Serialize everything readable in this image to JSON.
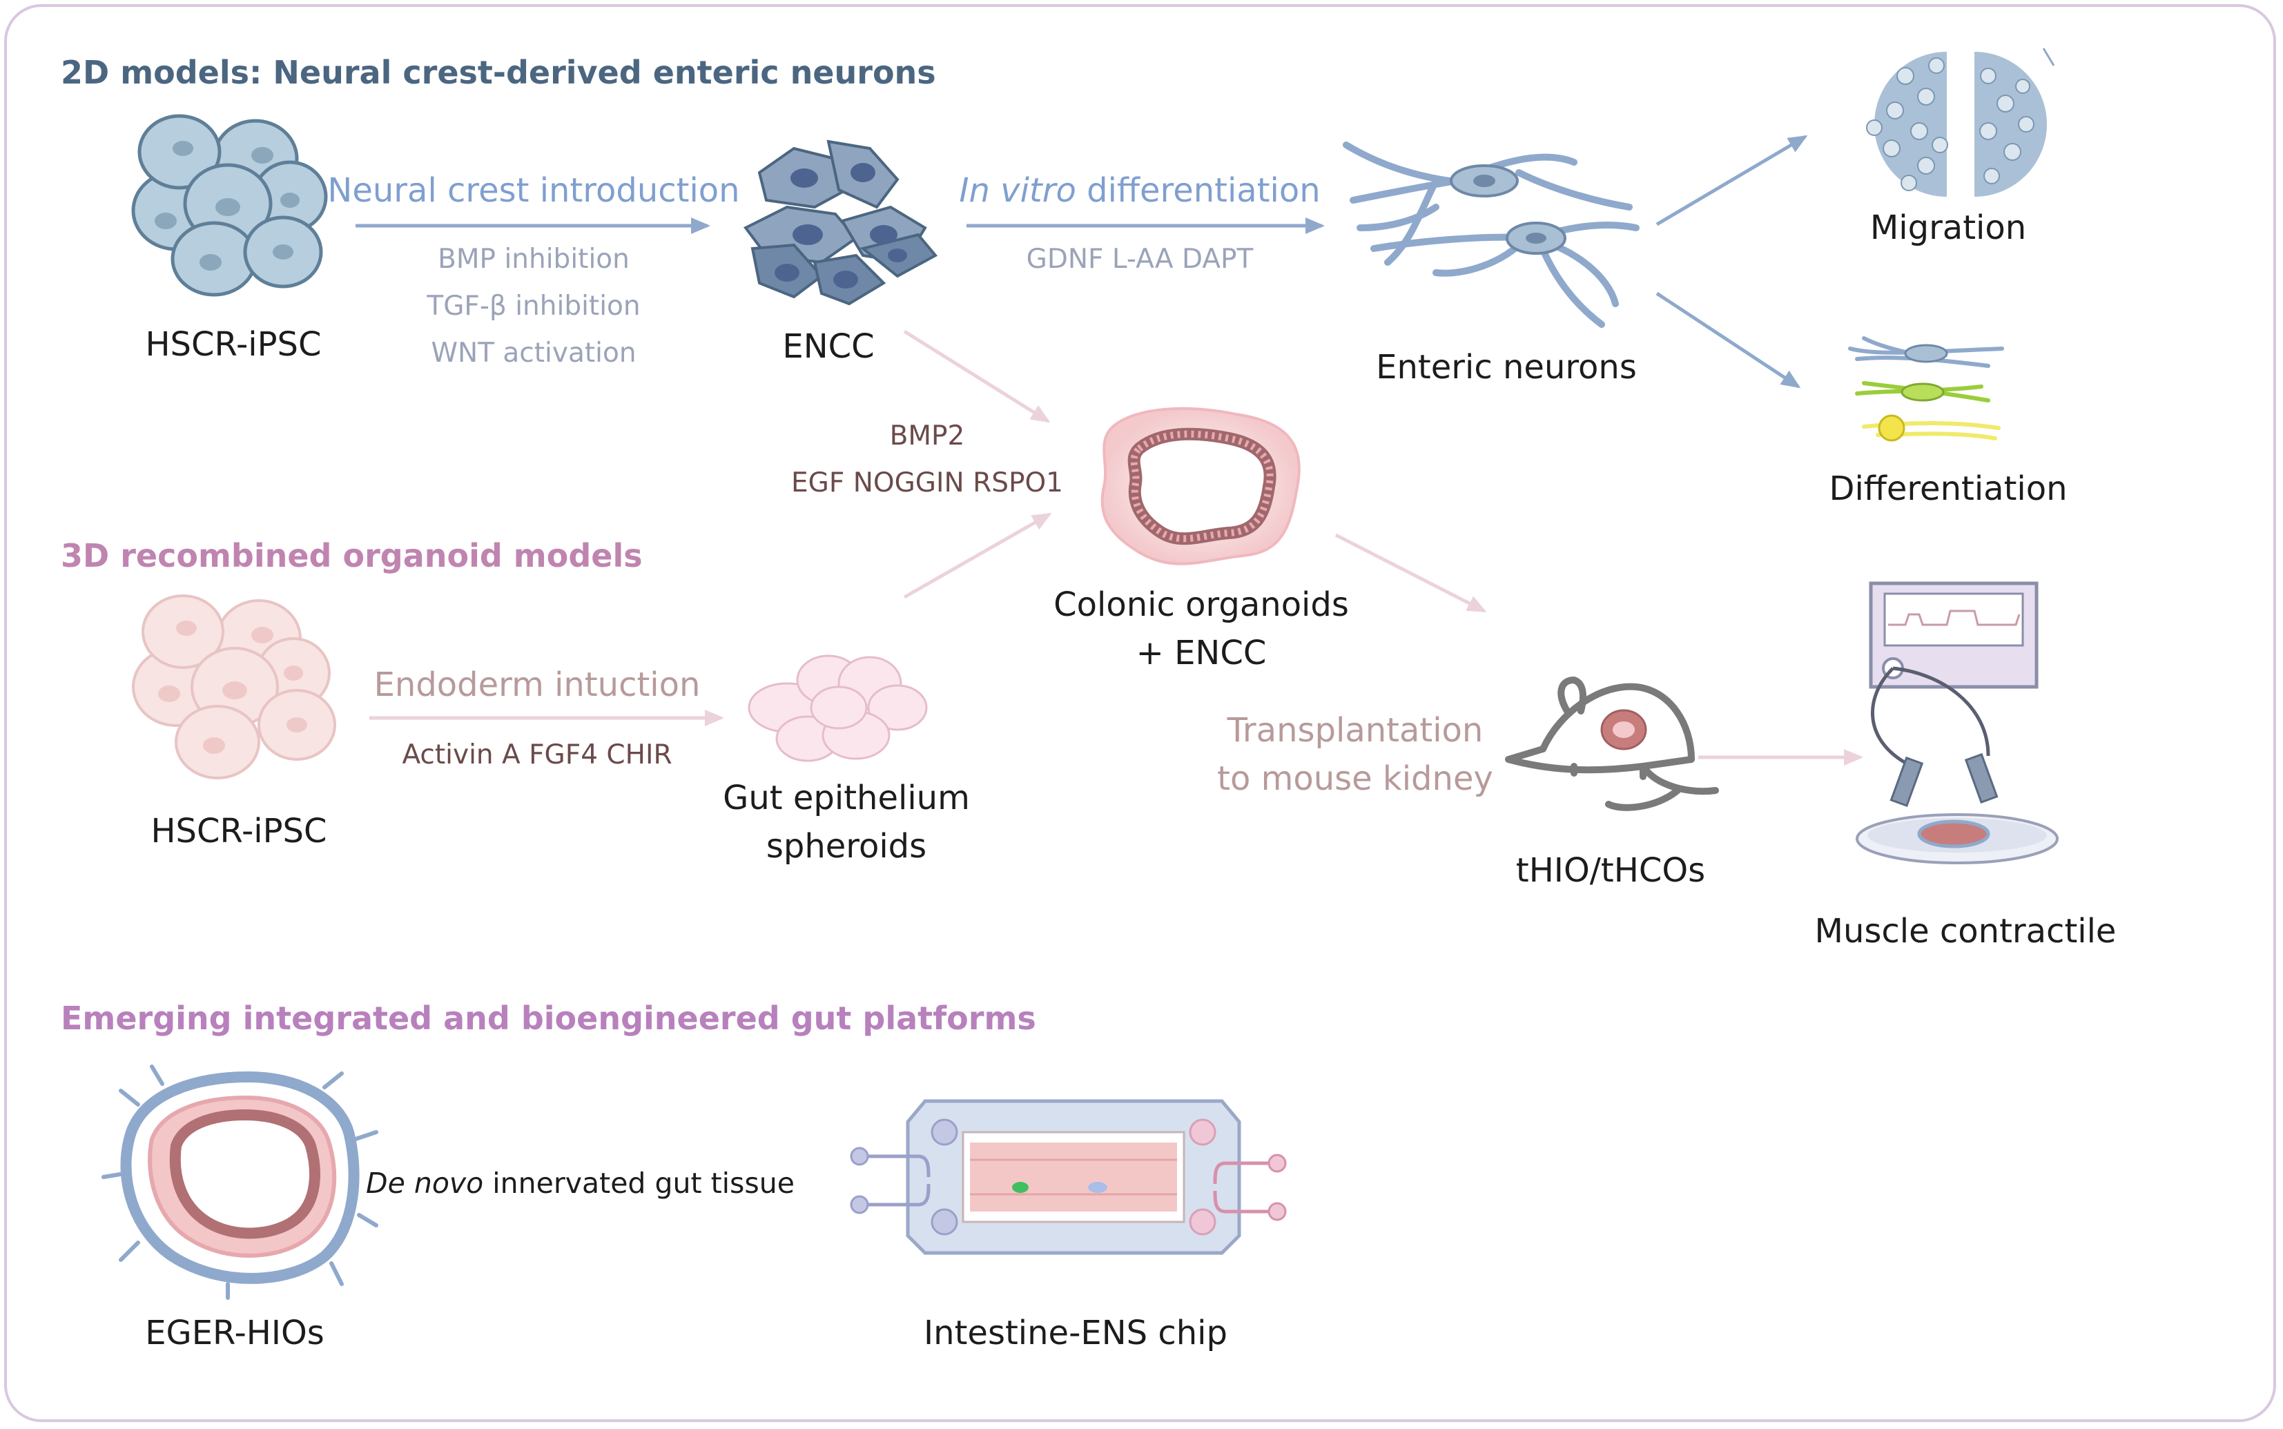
{
  "colors": {
    "section_2d": "#4b6680",
    "section_3d": "#c084b0",
    "section_emerging": "#b880bd",
    "blue_arrow": "#8fa9cc",
    "pink_arrow": "#ecd2da",
    "blue_text": "#7f9fcf",
    "grey_text": "#9aa3b8",
    "rose_text": "#b89a9a",
    "dark_rose_text": "#6b4a4a"
  },
  "sections": {
    "models_2d": "2D models: Neural crest-derived enteric neurons",
    "models_3d": "3D recombined organoid models",
    "emerging": "Emerging integrated and bioengineered gut platforms"
  },
  "row_2d": {
    "start_label": "HSCR-iPSC",
    "step1": "Neural crest introduction",
    "step1_reagents": [
      "BMP inhibition",
      "TGF-β inhibition",
      "WNT activation"
    ],
    "encc_label": "ENCC",
    "step2_italic": "In vitro",
    "step2_rest": " differentiation",
    "step2_reagents": "GDNF L-AA DAPT",
    "neurons_label": "Enteric neurons",
    "migration_label": "Migration",
    "differentiation_label": "Differentiation"
  },
  "recombination": {
    "reagents_line1": "BMP2",
    "reagents_line2": "EGF NOGGIN RSPO1",
    "organoid_line1": "Colonic organoids",
    "organoid_line2": "+ ENCC"
  },
  "row_3d": {
    "start_label": "HSCR-iPSC",
    "step1": "Endoderm intuction",
    "step1_reagents": "Activin A FGF4 CHIR",
    "spheroid_line1": "Gut epithelium",
    "spheroid_line2": "spheroids",
    "transplant_line1": "Transplantation",
    "transplant_line2": "to mouse kidney",
    "mouse_label": "tHIO/tHCOs",
    "muscle_label": "Muscle contractile"
  },
  "row_emerging": {
    "eger_label": "EGER-HIOs",
    "denovo_italic": "De novo",
    "denovo_rest": " innervated gut tissue",
    "chip_label": "Intestine-ENS chip"
  }
}
